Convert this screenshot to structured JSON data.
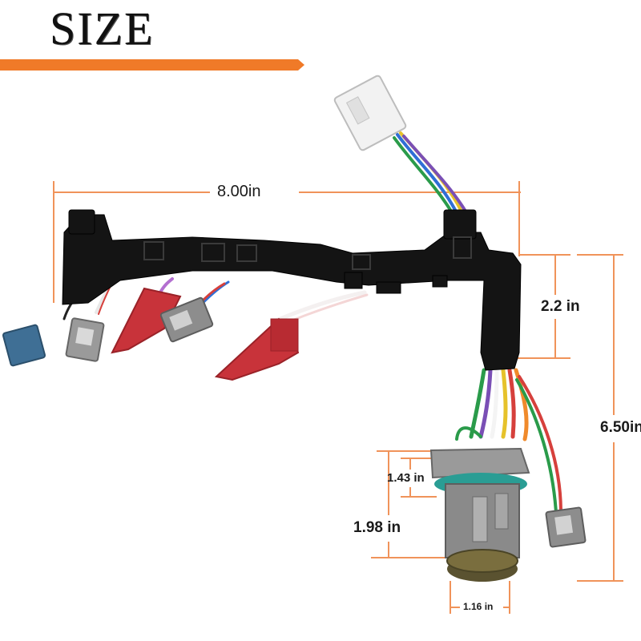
{
  "title": "SIZE",
  "dimensions": {
    "length": "8.00in",
    "drop_height": "2.2 in",
    "total_height": "6.50in",
    "inner_diameter": "1.43 in",
    "outer_diameter": "1.98 in",
    "connector_width": "1.16 in"
  },
  "colors": {
    "accent_bar": "#f07a28",
    "dimension_line": "#f0935a",
    "harness": "#141414",
    "connector_red": "#c8333a",
    "connector_blue": "#3f6f95",
    "connector_gray": "#8d8d8d",
    "connector_white": "#f2f2f2",
    "plug_gray": "#8a8a8a",
    "seal_teal": "#2a9d94"
  }
}
